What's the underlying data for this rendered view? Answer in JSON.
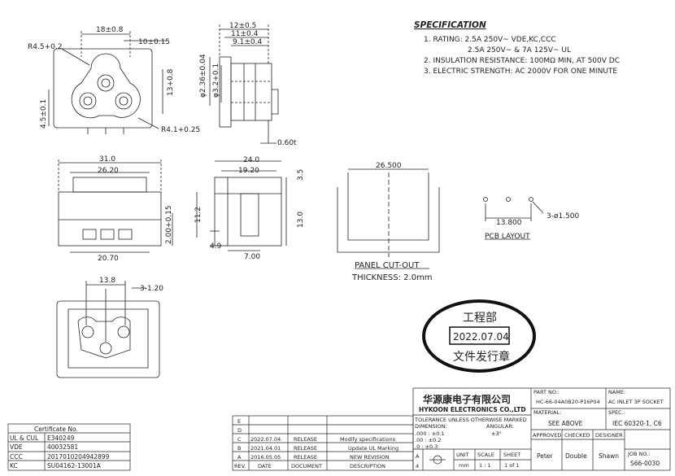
{
  "specification": {
    "title": "SPECIFICATION",
    "lines": [
      "1. RATING: 2.5A 250V~ VDE,KC,CCC",
      "2.5A 250V~ & 7A 125V~ UL",
      "2. INSULATION RESISTANCE: 100MΩ MIN, AT 500V DC",
      "3. ELECTRIC STRENGTH: AC 2000V FOR ONE MINUTE"
    ]
  },
  "front_view": {
    "dim_width": "18±0.8",
    "dim_hole_spacing": "10±0.15",
    "dim_radius_top": "R4.5+0.2",
    "dim_height_right": "13+0.8",
    "dim_height_left": "4.5±0.1",
    "dim_radius_bottom": "R4.1+0.25"
  },
  "side_view_top": {
    "dim_a": "12±0.5",
    "dim_b": "11±0.4",
    "dim_c": "9.1±0.4",
    "dim_d1": "φ2.36±0.04",
    "dim_d2": "φ3.2+0.1",
    "dim_thickness": "0.60t"
  },
  "bottom_view": {
    "dim_outer": "31.0",
    "dim_inner": "26.20",
    "dim_base": "20.70",
    "dim_height": "2.00+0.15"
  },
  "right_side_view": {
    "dim_outer": "24.0",
    "dim_inner": "19.20",
    "dim_top": "3.5",
    "dim_height": "13.0",
    "dim_left": "11.2",
    "dim_pin": "4.9",
    "dim_base": "7.00"
  },
  "panel_cutout": {
    "dim_width": "26.500",
    "label_1": "PANEL CUT-OUT",
    "label_2": "THICKNESS: 2.0mm"
  },
  "pcb_layout": {
    "dim_spacing": "13.800",
    "dim_hole": "3-ø1.500",
    "label": "PCB LAYOUT"
  },
  "rear_view": {
    "dim_spacing": "13.8",
    "dim_pin": "3-1.20"
  },
  "stamp": {
    "top": "工程部",
    "date": "2022.07.04",
    "bottom": "文件发行章"
  },
  "certificates": {
    "header": "Certificate No.",
    "rows": [
      {
        "name": "UL & CUL",
        "value": "E340249"
      },
      {
        "name": "VDE",
        "value": "40032581"
      },
      {
        "name": "CCC",
        "value": "2017010204942899"
      },
      {
        "name": "KC",
        "value": "SU04162-13001A"
      }
    ]
  },
  "revision_table": {
    "headers": [
      "REV.",
      "DATE",
      "DOCUMENT",
      "DESCRIPTION"
    ],
    "rows": [
      {
        "rev": "E",
        "date": "",
        "doc": "",
        "desc": ""
      },
      {
        "rev": "D",
        "date": "",
        "doc": "",
        "desc": ""
      },
      {
        "rev": "C",
        "date": "2022.07.04",
        "doc": "RELEASE",
        "desc": "Modify specifications"
      },
      {
        "rev": "B",
        "date": "2021.04.01",
        "doc": "RELEASE",
        "desc": "Update UL Marking"
      },
      {
        "rev": "A",
        "date": "2016.05.05",
        "doc": "RELEASE",
        "desc": "NEW REVISION"
      }
    ]
  },
  "title_block": {
    "company_cn": "华源康电子有限公司",
    "company_en": "HYKOON ELECTRONICS CO.,LTD",
    "part_no_label": "PART NO.:",
    "part_no": "HC-66-04A0B20-P16P04",
    "name_label": "NAME:",
    "name": "AC INLET 3P SOCKET",
    "tolerance_title": "TOLERANCE UNLESS OTHERWISE MARKED",
    "dimension_label": "DIMENSION:",
    "angular_label": "ANGULAR:",
    "tol_1": ".000 : ±0.1",
    "tol_2": ".00  : ±0.2",
    "tol_3": ".0   : ±0.3",
    "angular_value": "±3°",
    "material_label": "MATERIAL:",
    "material": "SEE ABOVE",
    "spec_label": "SPEC.:",
    "spec": "IEC 60320-1, C6",
    "approved_label": "APPROVED",
    "checked_label": "CHECKED",
    "designer_label": "DESIGNER",
    "approved": "Peter",
    "checked": "Double",
    "designer": "Shawn",
    "unit_label": "UNIT",
    "unit": "mm",
    "scale_label": "SCALE",
    "scale": "1 : 1",
    "sheet_label": "SHEET",
    "sheet": "1 of 1",
    "job_label": "JOB NO.:",
    "job": "S66-0030",
    "size_a": "A",
    "size_4": "4"
  }
}
